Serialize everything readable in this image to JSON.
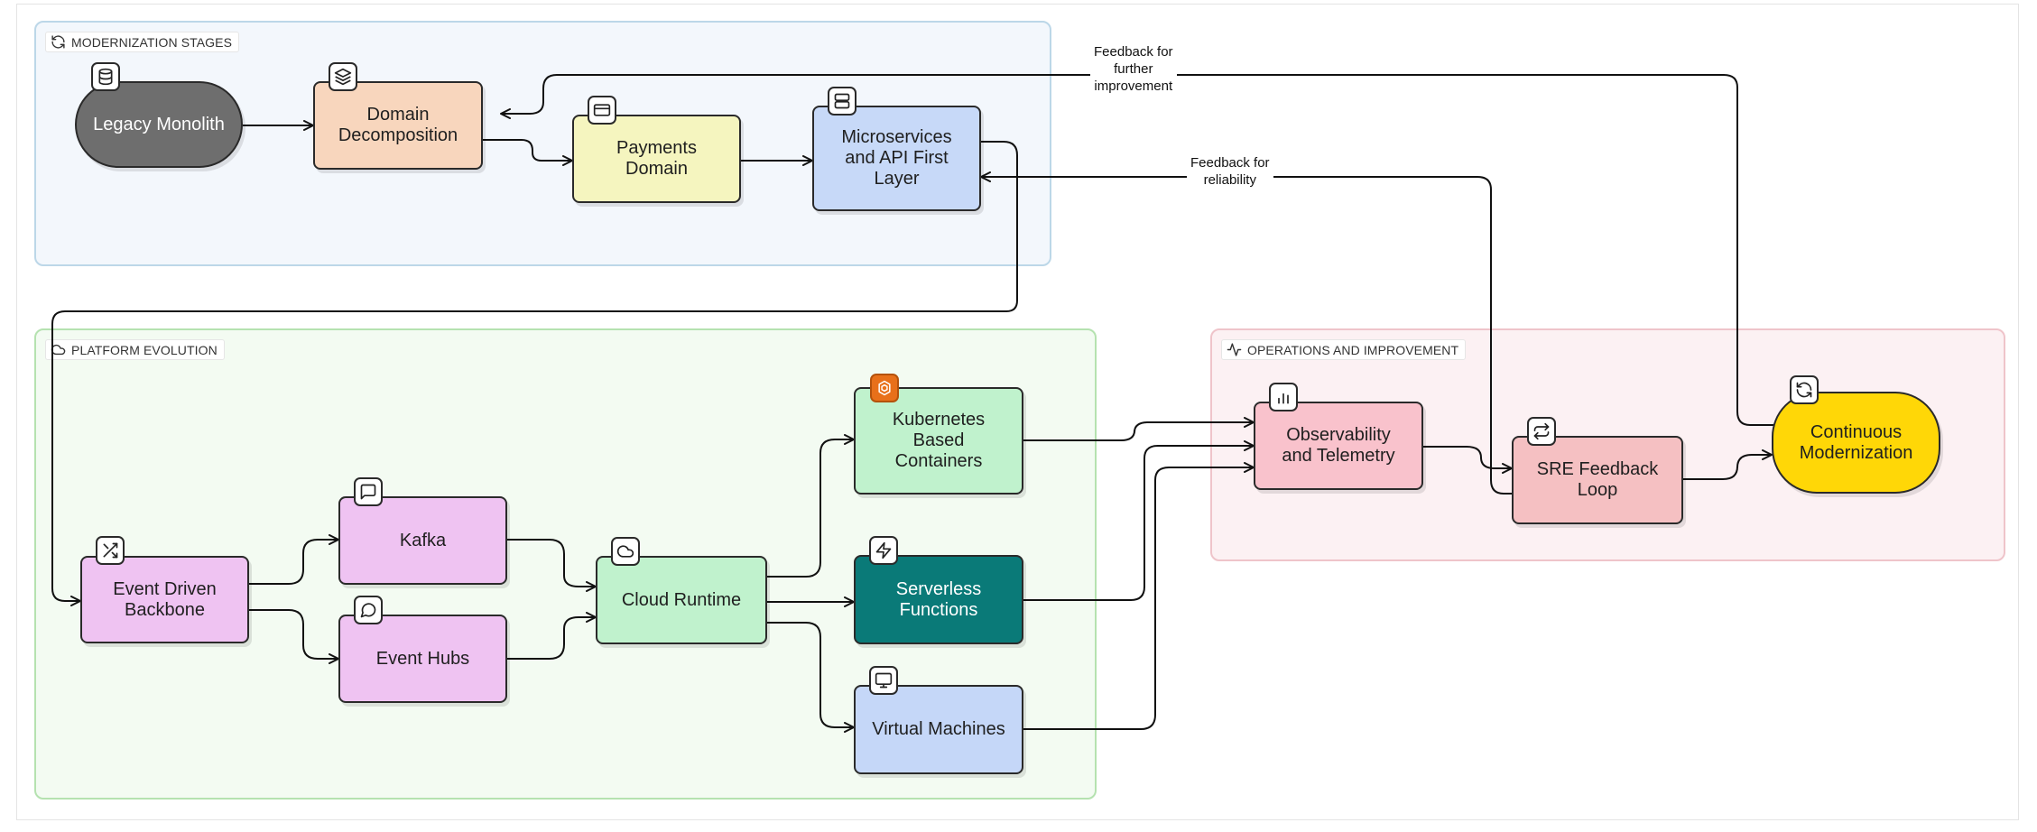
{
  "groups": {
    "modernization": "MODERNIZATION STAGES",
    "platform": "PLATFORM EVOLUTION",
    "operations": "OPERATIONS AND IMPROVEMENT"
  },
  "nodes": {
    "legacy": "Legacy Monolith",
    "domain": "Domain\nDecomposition",
    "payments": "Payments\nDomain",
    "microservices": "Microservices\nand API First\nLayer",
    "event_backbone": "Event Driven\nBackbone",
    "kafka": "Kafka",
    "event_hubs": "Event Hubs",
    "cloud_runtime": "Cloud Runtime",
    "kubernetes": "Kubernetes\nBased\nContainers",
    "serverless": "Serverless\nFunctions",
    "vms": "Virtual Machines",
    "observability": "Observability\nand Telemetry",
    "sre": "SRE Feedback\nLoop",
    "continuous": "Continuous\nModernization"
  },
  "edge_labels": {
    "further": "Feedback for\nfurther\nimprovement",
    "reliability": "Feedback for\nreliability"
  },
  "colors": {
    "legacy": "#6e6e6e",
    "domain": "#f8d6bd",
    "payments": "#f5f5bf",
    "microservices": "#c7d9f8",
    "event": "#efc3f2",
    "cloud": "#c0f2cd",
    "serverless": "#0a7a78",
    "vms": "#c5d7f8",
    "observability": "#f9c2cc",
    "sre": "#f5c0c2",
    "continuous": "#ffd707"
  },
  "icons": {
    "legacy": "database-icon",
    "domain": "layers-icon",
    "payments": "card-icon",
    "microservices": "server-icon",
    "event_backbone": "shuffle-icon",
    "kafka": "message-square-icon",
    "event_hubs": "message-circle-icon",
    "cloud_runtime": "cloud-icon",
    "kubernetes": "kubernetes-icon",
    "serverless": "lightning-icon",
    "vms": "monitor-icon",
    "observability": "bar-chart-icon",
    "sre": "repeat-icon",
    "continuous": "refresh-icon"
  }
}
